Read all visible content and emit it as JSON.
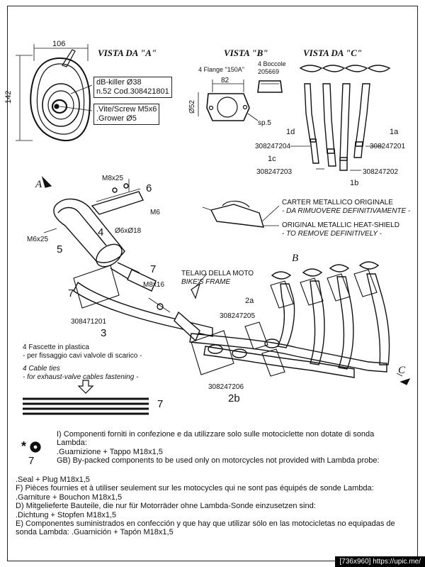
{
  "views": {
    "a": "VISTA DA \"A\"",
    "b": "VISTA \"B\"",
    "c": "VISTA DA \"C\""
  },
  "view_a": {
    "width_dim": "106",
    "height_dim": "142",
    "dbkiller_line1": "dB-killer Ø38",
    "dbkiller_line2": "n.52  Cod.308421801",
    "screw_line1": ".Vite/Screw M5x6",
    "screw_line2": ".Grower Ø5"
  },
  "view_b": {
    "flange_label": "4 Flange \"150A\"",
    "boccole_line1": "4 Boccole",
    "boccole_line2": "205669",
    "dim_82": "82",
    "dim_52": "Ø52",
    "sp": "sp.5"
  },
  "view_c": {
    "l1d": "1d",
    "l1a": "1a",
    "l1c": "1c",
    "l1b": "1b",
    "code_204": "308247204",
    "code_201": "308247201",
    "code_203": "308247203",
    "code_202": "308247202"
  },
  "main": {
    "arrow_a": "A",
    "arrow_b": "B",
    "arrow_c": "C",
    "m8x25": "M8x25",
    "part6": "6",
    "m6": "M6",
    "m6x25": "M6x25",
    "part4": "4",
    "d6x18": "Ø6xØ18",
    "part5": "5",
    "part7a": "7",
    "m8x16": "M8x16",
    "part7b": "7",
    "part7c": "7",
    "code_201_muffler": "308471201",
    "part3": "3",
    "carter_it_1": "CARTER METALLICO ORIGINALE",
    "carter_it_2": "- DA RIMUOVERE DEFINITIVAMENTE -",
    "carter_en_1": "ORIGINAL METALLIC HEAT-SHIELD",
    "carter_en_2": "- TO REMOVE DEFINITIVELY -",
    "telaio_it": "TELAIO DELLA MOTO",
    "telaio_en": "BIKE'S FRAME",
    "part2a": "2a",
    "code_205": "308247205",
    "code_206": "308247206",
    "part2b": "2b"
  },
  "ties": {
    "it_1": "4 Fascette in plastica",
    "it_2": "- per fissaggio cavi valvole di scarico -",
    "en_1": "4 Cable ties",
    "en_2": "- for exhaust-valve cables fastening -",
    "part7": "7"
  },
  "notes": {
    "star_label": "*",
    "star_part": "7",
    "line1": "I) Componenti forniti in confezione e da utilizzare solo sulle motociclette non dotate di sonda",
    "line2": "Lambda:",
    "line3": ".Guarnizione  +  Tappo M18x1,5",
    "line4": "GB) By-packed components to be used only on motorcycles not provided with Lambda probe:",
    "line5": ".Seal  +  Plug M18x1,5",
    "line6": "F) Pièces fournies et à utiliser seulement sur les motocycles qui ne sont pas équipés de sonde Lambda:",
    "line7": ".Garniture  +  Bouchon M18x1,5",
    "line8": "D) Mitgelieferte Bauteile, die nur für Motorräder ohne Lambda-Sonde einzusetzen sind:",
    "line9": ".Dichtung  +  Stopfen M18x1,5",
    "line10": "E) Componentes suministrados en confección y que hay que utilizar sólo en las motocicletas no equipadas de",
    "line11": "sonda Lambda:  .Guarnición  +  Tapón M18x1,5"
  },
  "footer": "[736x960] https://upic.me/"
}
